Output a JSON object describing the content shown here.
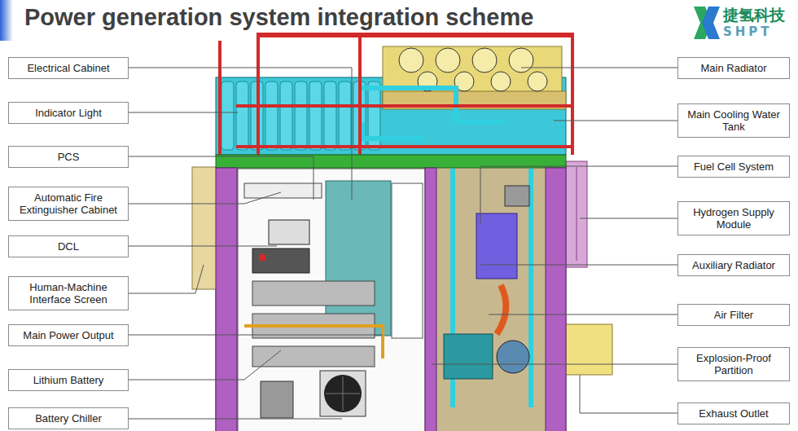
{
  "diagram": {
    "title": "Power generation system integration scheme",
    "nodes": [
      {
        "text": [
          "Electrical Cabinet"
        ]
      },
      {
        "text": [
          "Indicator Light"
        ]
      },
      {
        "text": [
          "PCS"
        ]
      },
      {
        "text": [
          "Automatic Fire Extinguisher Cabinet"
        ]
      },
      {
        "text": [
          "DCL"
        ]
      },
      {
        "text": [
          "Human-Machine Interface Screen"
        ]
      },
      {
        "text": [
          "Main Power Output"
        ]
      },
      {
        "text": [
          "Lithium Battery"
        ]
      },
      {
        "text": [
          "Battery Chiller"
        ]
      },
      {
        "text": [
          "Main Radiator"
        ]
      },
      {
        "text": [
          "Main Cooling Water Tank"
        ]
      },
      {
        "text": [
          "Fuel Cell System"
        ]
      },
      {
        "text": [
          "Hydrogen Supply Module"
        ]
      },
      {
        "text": [
          "Auxiliary Radiator"
        ]
      },
      {
        "text": [
          "Air Filter"
        ]
      },
      {
        "text": [
          "Explosion-Proof Partition"
        ]
      },
      {
        "text": [
          "Exhaust Outlet"
        ]
      }
    ],
    "labels": [
      "捷氢科技",
      "SHPT"
    ]
  }
}
